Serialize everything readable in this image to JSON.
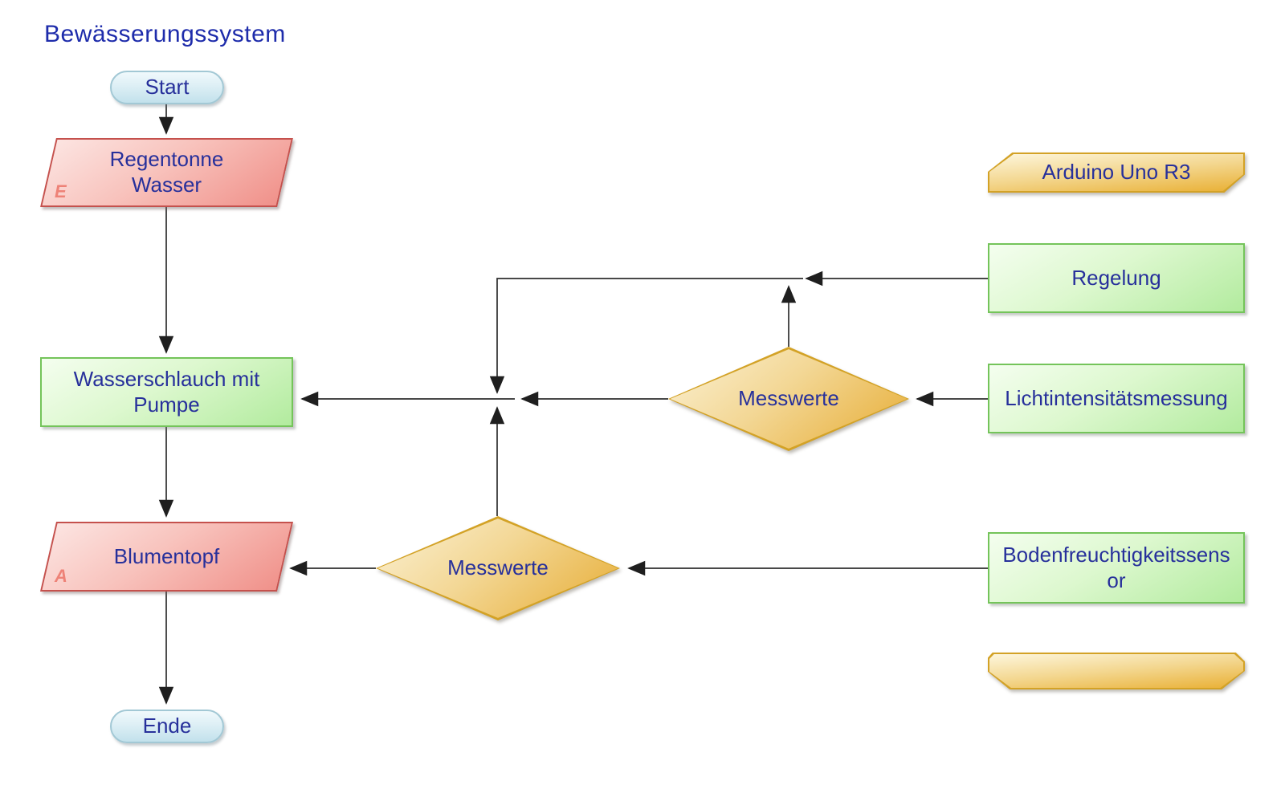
{
  "title": "Bewässerungssystem",
  "colors": {
    "title_text": "#1e2cab",
    "node_text": "#27309b",
    "terminator_fill": "#d4e9f1",
    "terminator_border": "#a2c8d5",
    "process_fill": "#c8f3b6",
    "process_border": "#74c45a",
    "storage_fill": "#f5a9a2",
    "storage_border": "#c5514d",
    "storage_letter": "#ee8277",
    "gold_fill": "#eec15e",
    "gold_border": "#d3a226",
    "connector": "#2e2e2e"
  },
  "nodes": {
    "start": {
      "label": "Start"
    },
    "regentonne": {
      "label": "Regentonne\nWasser",
      "corner_letter": "E"
    },
    "wasserschlauch": {
      "label": "Wasserschlauch mit\nPumpe"
    },
    "blumentopf": {
      "label": "Blumentopf",
      "corner_letter": "A"
    },
    "ende": {
      "label": "Ende"
    },
    "arduino": {
      "label": "Arduino Uno R3"
    },
    "regelung": {
      "label": "Regelung"
    },
    "lichtmessung": {
      "label": "Lichtintensitätsmessung"
    },
    "messwerte_licht": {
      "label": "Messwerte"
    },
    "bodensensor": {
      "label": "Bodenfreuchtigkeitssens\nor"
    },
    "messwerte_boden": {
      "label": "Messwerte"
    },
    "leer_karte": {
      "label": ""
    }
  }
}
